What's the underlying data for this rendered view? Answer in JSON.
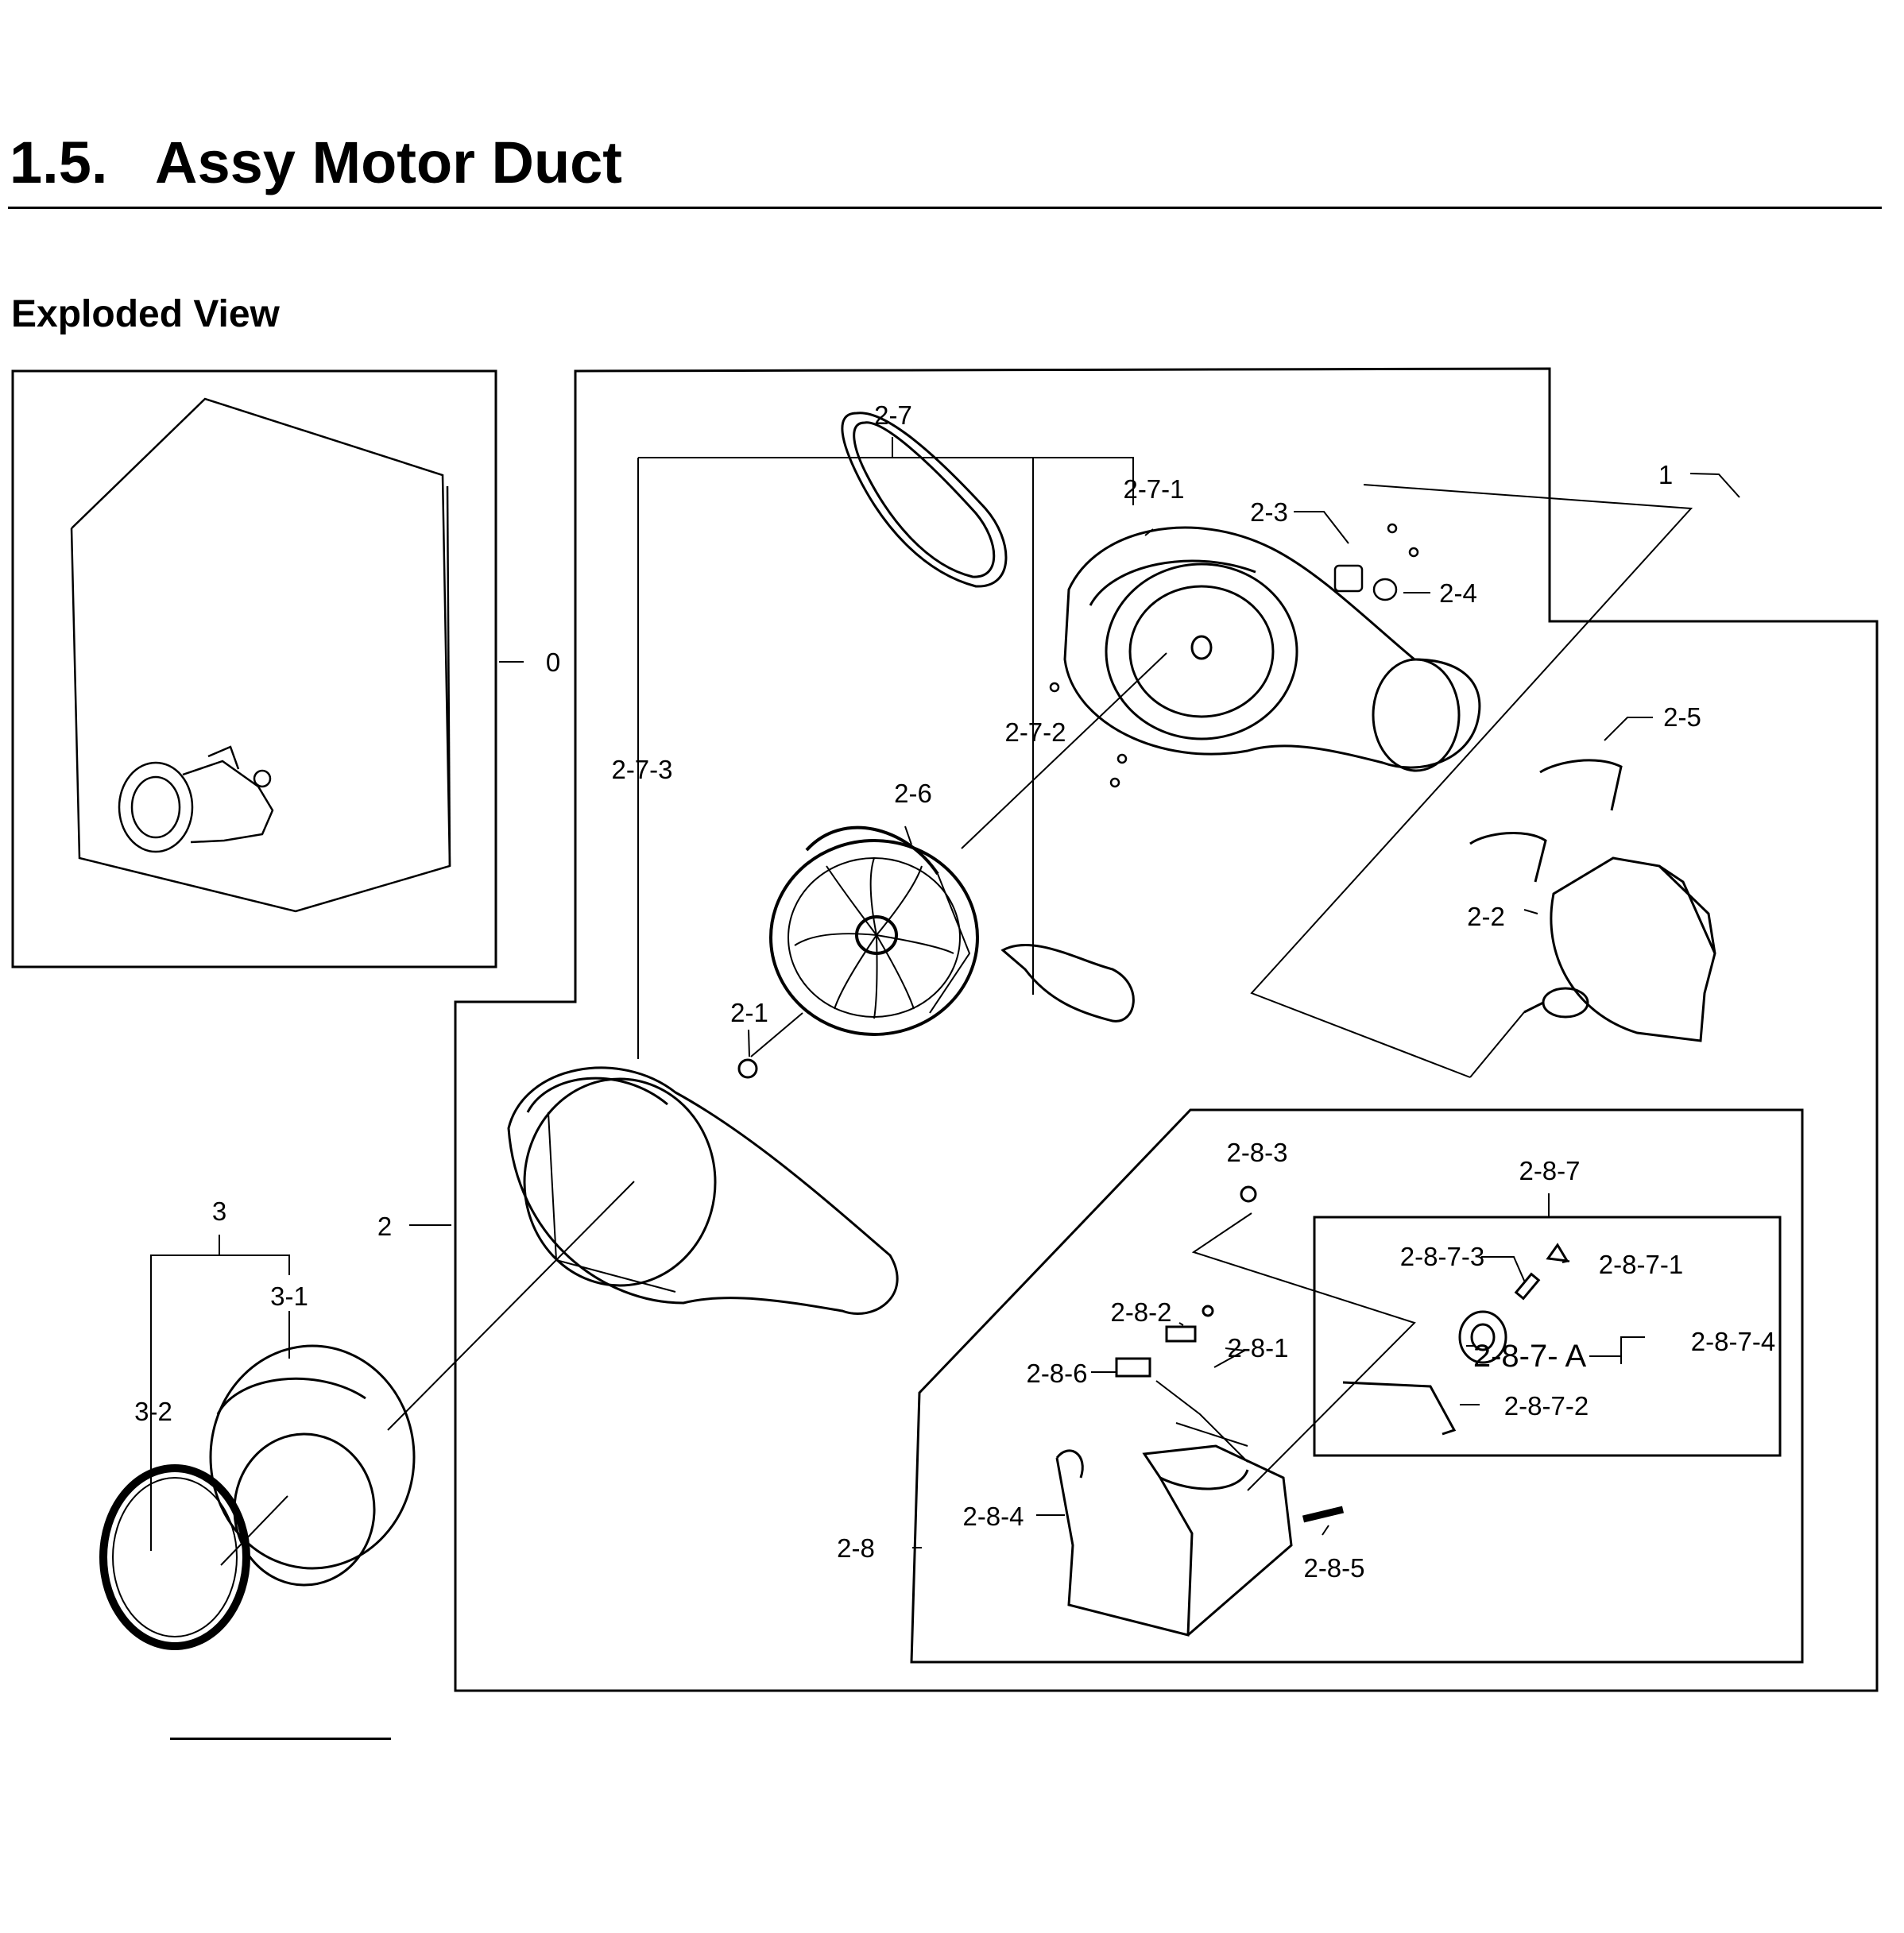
{
  "heading": {
    "number": "1.5.",
    "title": "Assy Motor Duct"
  },
  "subheading": "Exploded View",
  "part_labels": {
    "p0": "0",
    "p1": "1",
    "p2": "2",
    "p2_1": "2-1",
    "p2_2": "2-2",
    "p2_3": "2-3",
    "p2_4": "2-4",
    "p2_5": "2-5",
    "p2_6": "2-6",
    "p2_7": "2-7",
    "p2_7_1": "2-7-1",
    "p2_7_2": "2-7-2",
    "p2_7_3": "2-7-3",
    "p2_8": "2-8",
    "p2_8_1": "2-8-1",
    "p2_8_2": "2-8-2",
    "p2_8_3": "2-8-3",
    "p2_8_4": "2-8-4",
    "p2_8_5": "2-8-5",
    "p2_8_6": "2-8-6",
    "p2_8_7": "2-8-7",
    "p2_8_7_1": "2-8-7-1",
    "p2_8_7_2": "2-8-7-2",
    "p2_8_7_3": "2-8-7-3",
    "p2_8_7_4": "2-8-7-4",
    "p2_8_7_a": "2-8-7- A",
    "p3": "3",
    "p3_1": "3-1",
    "p3_2": "3-2"
  }
}
